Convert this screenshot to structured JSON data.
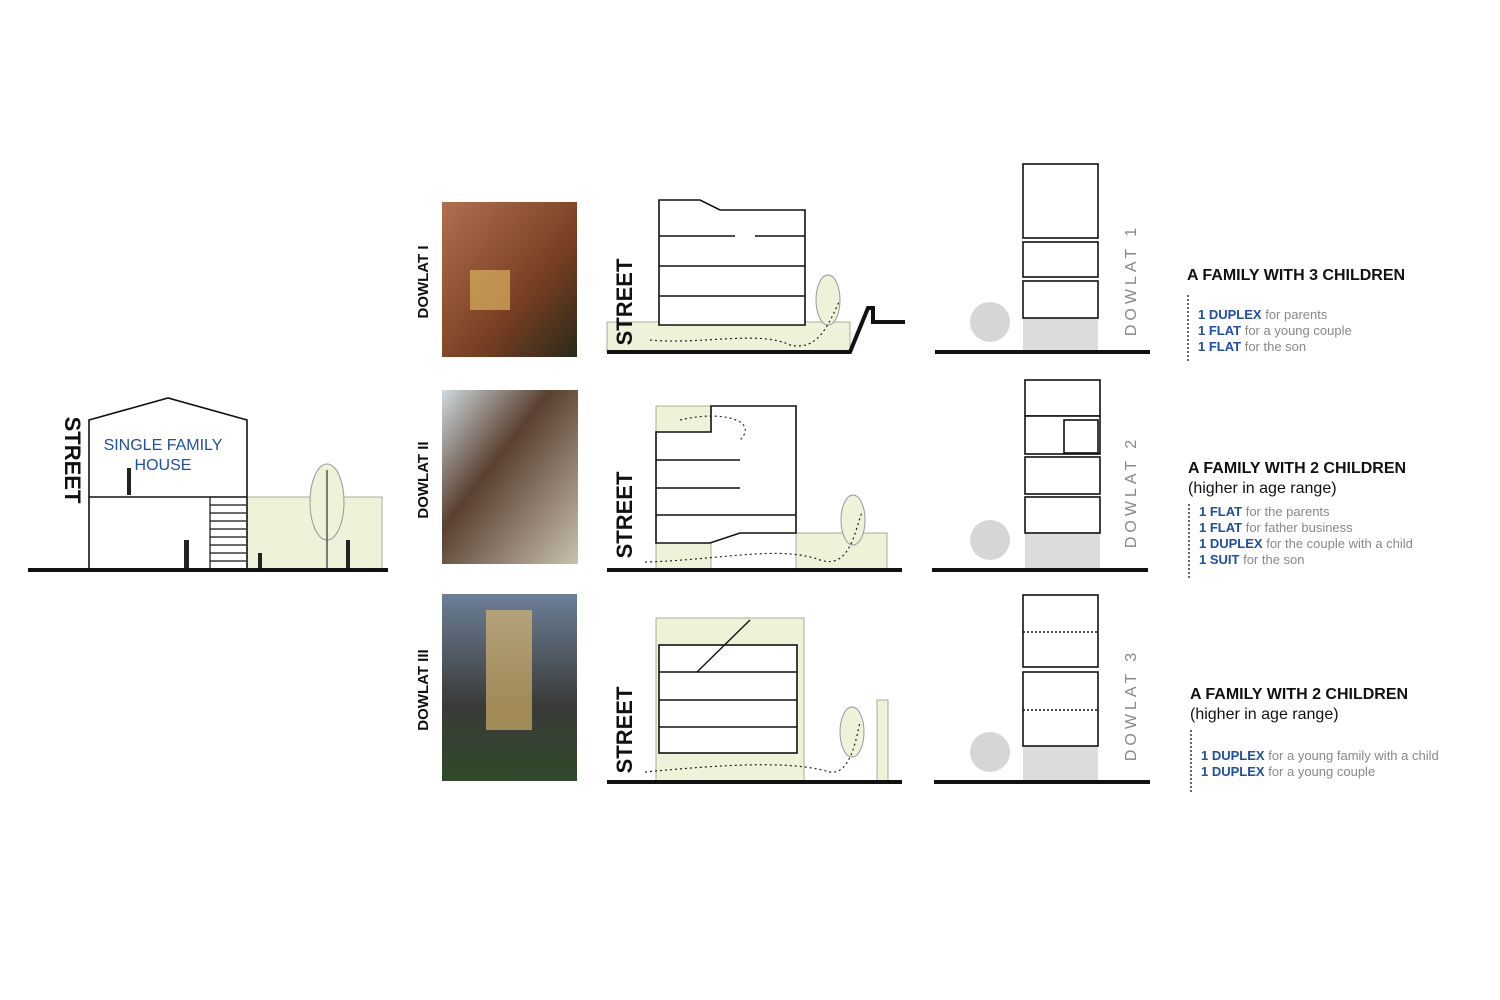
{
  "house": {
    "street": "STREET",
    "line1": "SINGLE FAMILY",
    "line2": "HOUSE"
  },
  "rows": [
    {
      "photo_label": "DOWLAT I",
      "street": "STREET",
      "diagram_label": "DOWLAT 1",
      "title": "A FAMILY WITH 3 CHILDREN",
      "subtitle": "",
      "items": [
        {
          "unit": "1 DUPLEX",
          "desc": "for parents"
        },
        {
          "unit": "1 FLAT",
          "desc": "for a young couple"
        },
        {
          "unit": "1 FLAT",
          "desc": "for the son"
        }
      ]
    },
    {
      "photo_label": "DOWLAT II",
      "street": "STREET",
      "diagram_label": "DOWLAT 2",
      "title": "A FAMILY WITH 2 CHILDREN",
      "subtitle": "(higher in age range)",
      "items": [
        {
          "unit": "1 FLAT",
          "desc": "for the parents"
        },
        {
          "unit": "1 FLAT",
          "desc": "for father business"
        },
        {
          "unit": "1 DUPLEX",
          "desc": "for the couple with a child"
        },
        {
          "unit": "1 SUIT",
          "desc": "for the son"
        }
      ]
    },
    {
      "photo_label": "DOWLAT III",
      "street": "STREET",
      "diagram_label": "DOWLAT 3",
      "title": "A FAMILY WITH 2 CHILDREN",
      "subtitle": "(higher in age range)",
      "items": [
        {
          "unit": "1 DUPLEX",
          "desc": "for a young  family with a child"
        },
        {
          "unit": "1 DUPLEX",
          "desc": "for a young couple"
        }
      ]
    }
  ],
  "colors": {
    "accent": "#1d4fa8",
    "yard": "#eef2d9"
  }
}
